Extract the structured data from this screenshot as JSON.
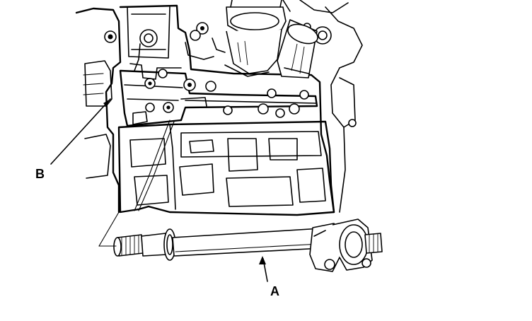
{
  "callouts": [
    {
      "id": "A",
      "label": "A"
    },
    {
      "id": "B",
      "label": "B"
    }
  ]
}
